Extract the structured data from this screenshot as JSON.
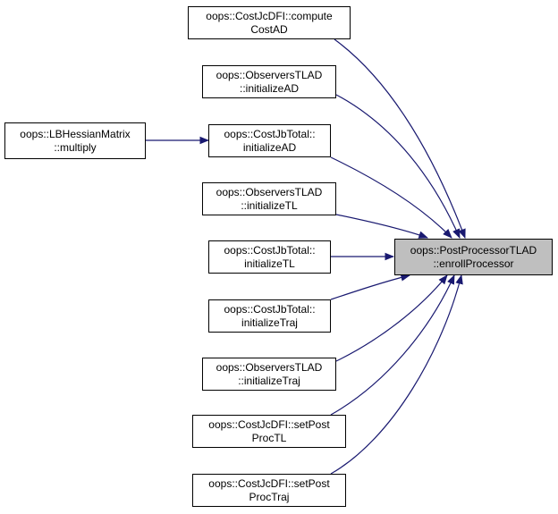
{
  "target": {
    "line1": "oops::PostProcessorTLAD",
    "line2": "::enrollProcessor"
  },
  "callers": [
    {
      "id": "c0",
      "line1": "oops::CostJcDFI::compute",
      "line2": "CostAD"
    },
    {
      "id": "c1",
      "line1": "oops::ObserversTLAD",
      "line2": "::initializeAD"
    },
    {
      "id": "c2",
      "line1": "oops::CostJbTotal::",
      "line2": "initializeAD"
    },
    {
      "id": "c3",
      "line1": "oops::ObserversTLAD",
      "line2": "::initializeTL"
    },
    {
      "id": "c4",
      "line1": "oops::CostJbTotal::",
      "line2": "initializeTL"
    },
    {
      "id": "c5",
      "line1": "oops::CostJbTotal::",
      "line2": "initializeTraj"
    },
    {
      "id": "c6",
      "line1": "oops::ObserversTLAD",
      "line2": "::initializeTraj"
    },
    {
      "id": "c7",
      "line1": "oops::CostJcDFI::setPost",
      "line2": "ProcTL"
    },
    {
      "id": "c8",
      "line1": "oops::CostJcDFI::setPost",
      "line2": "ProcTraj"
    }
  ],
  "secondary": [
    {
      "id": "s0",
      "line1": "oops::LBHessianMatrix",
      "line2": "::multiply",
      "calls": "c2"
    }
  ],
  "colors": {
    "edge": "#191970",
    "target_fill": "#bfbfbf",
    "node_border": "#000000"
  }
}
